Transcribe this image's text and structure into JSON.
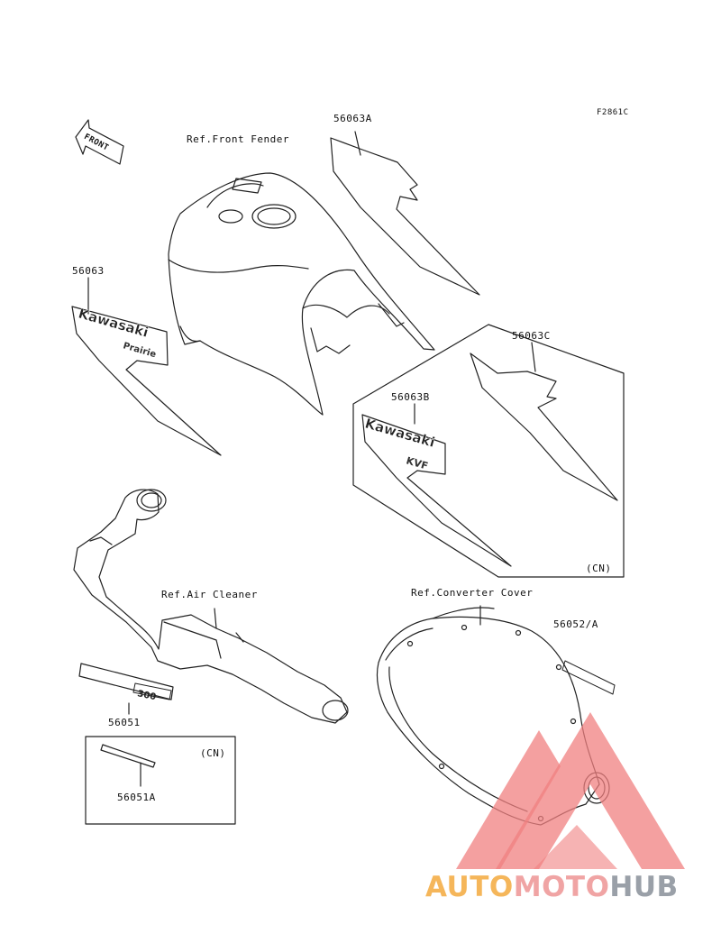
{
  "figure_code": "F2861C",
  "front_arrow": "FRONT",
  "labels": {
    "ref_front_fender": "Ref.Front Fender",
    "ref_air_cleaner": "Ref.Air Cleaner",
    "ref_converter_cover": "Ref.Converter Cover",
    "cn_top": "(CN)",
    "cn_bottom": "(CN)"
  },
  "parts": [
    {
      "id": "56063A"
    },
    {
      "id": "56063"
    },
    {
      "id": "56063C"
    },
    {
      "id": "56063B"
    },
    {
      "id": "56052/A"
    },
    {
      "id": "56051"
    },
    {
      "id": "56051A"
    }
  ],
  "decal_text": {
    "brand": "Kawasaki",
    "model_a": "Prairie",
    "model_b": "KVF",
    "engine": "300"
  },
  "watermark": {
    "part1": "AUTO",
    "part2": "MOTO",
    "part3": "HUB",
    "colors": {
      "auto": "#f5b65a",
      "moto": "#f0a4a4",
      "hub": "#9aa0a8",
      "triangle": "#f08080"
    }
  }
}
